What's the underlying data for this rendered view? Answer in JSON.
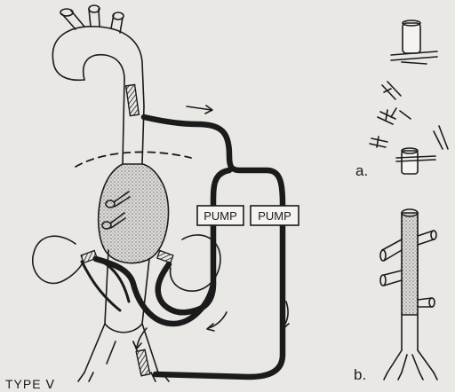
{
  "labels": {
    "pump_left": "PUMP",
    "pump_right": "PUMP",
    "panel_a": "a.",
    "panel_b": "b.",
    "type": "TYPE Ⅴ"
  },
  "colors": {
    "background": "#e9e8e5",
    "ink": "#1b1b1b"
  }
}
